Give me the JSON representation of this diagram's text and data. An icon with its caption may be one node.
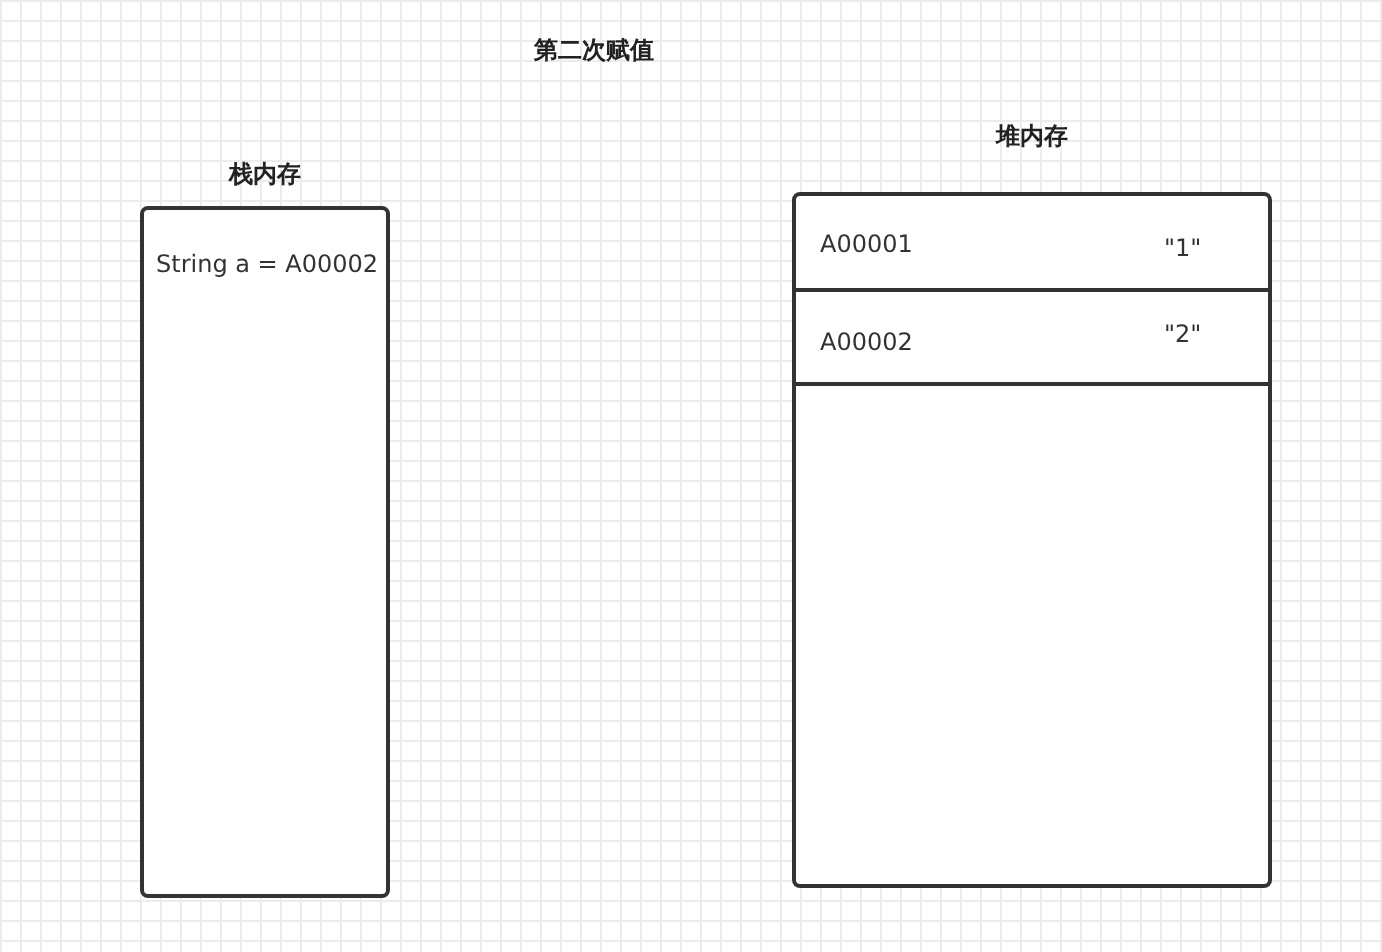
{
  "diagram": {
    "title": "第二次赋值",
    "nodes": [
      {
        "text": [
          "栈内存",
          "String a = A00002"
        ]
      },
      {
        "text": [
          "堆内存"
        ]
      },
      {
        "text": [
          "A00001",
          "\"1\""
        ],
        "in": 1
      },
      {
        "text": [
          "A00002",
          "\"2\""
        ],
        "in": 1
      }
    ],
    "edges": []
  }
}
